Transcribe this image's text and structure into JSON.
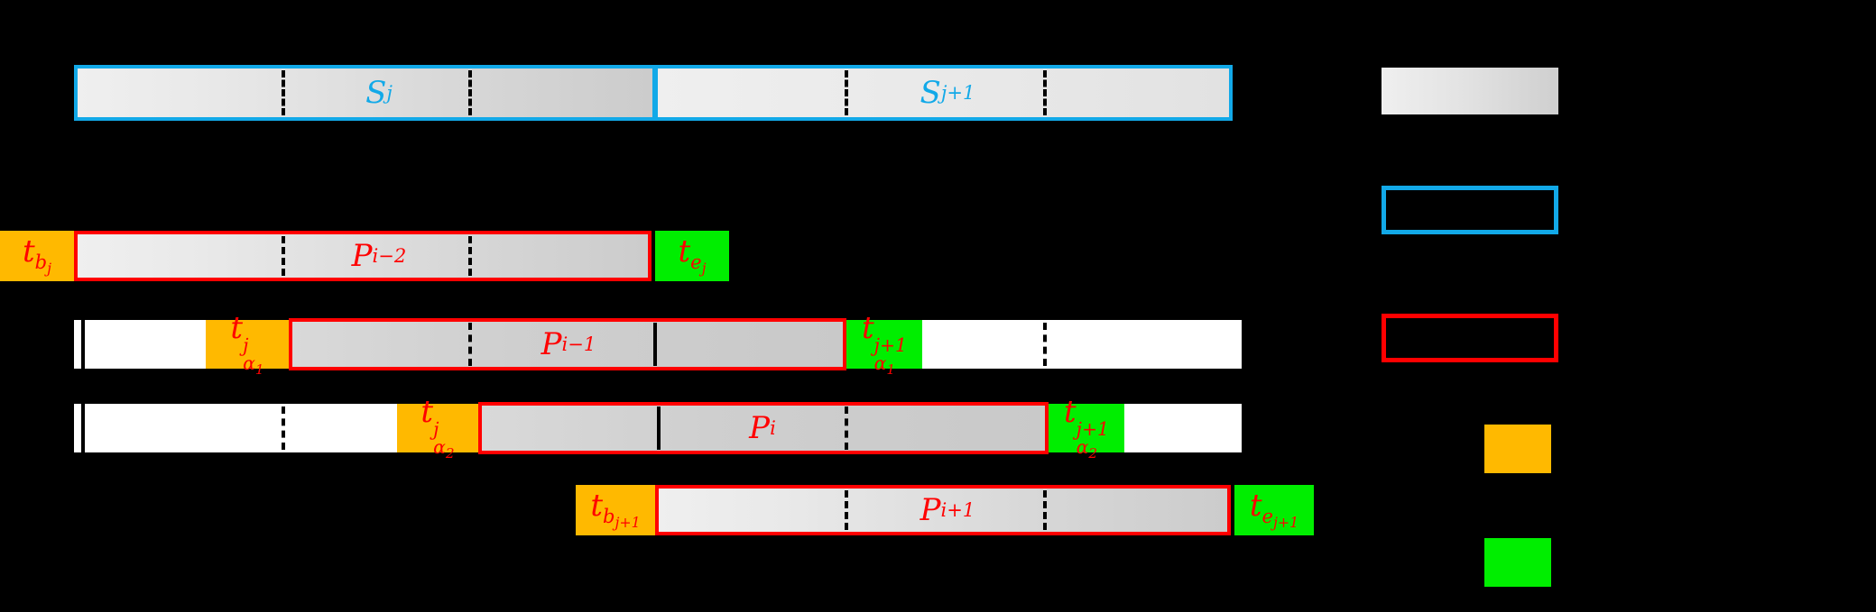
{
  "figure": {
    "background_color": "#000000",
    "accent_cyan": "#12a9e8",
    "accent_red": "#ff0000",
    "accent_orange": "#ffb900",
    "accent_green": "#00ee00"
  },
  "rows": {
    "slots": {
      "name": "slot-timeline",
      "segments": [
        {
          "label": "S",
          "sub": "j"
        },
        {
          "label": "S",
          "sub": "j+1"
        }
      ]
    },
    "process_i_minus_2": {
      "start_marker": {
        "base": "t",
        "sub": "b",
        "subsub": "j"
      },
      "bar_label": {
        "base": "P",
        "sub": "i−2"
      },
      "end_marker": {
        "base": "t",
        "sub": "e",
        "subsub": "j"
      }
    },
    "process_i_minus_1": {
      "start_marker": {
        "base": "t",
        "sub": "α",
        "subsub": "1",
        "sup": "j"
      },
      "bar_label": {
        "base": "P",
        "sub": "i−1"
      },
      "end_marker": {
        "base": "t",
        "sub": "α",
        "subsub": "1",
        "sup": "j+1"
      }
    },
    "process_i": {
      "start_marker": {
        "base": "t",
        "sub": "α",
        "subsub": "2",
        "sup": "j"
      },
      "bar_label": {
        "base": "P",
        "sub": "i"
      },
      "end_marker": {
        "base": "t",
        "sub": "α",
        "subsub": "2",
        "sup": "j+1"
      }
    },
    "process_i_plus_1": {
      "start_marker": {
        "base": "t",
        "sub": "b",
        "subsub": "j+1"
      },
      "bar_label": {
        "base": "P",
        "sub": "i+1"
      },
      "end_marker": {
        "base": "t",
        "sub": "e",
        "subsub": "j+1"
      }
    }
  },
  "legend": {
    "items": [
      {
        "key": "gradient-swatch",
        "style": "gradient-fill",
        "label": ""
      },
      {
        "key": "blue-outline-swatch",
        "style": "cyan-outline",
        "label": ""
      },
      {
        "key": "red-outline-swatch",
        "style": "red-outline",
        "label": ""
      },
      {
        "key": "orange-swatch",
        "style": "orange-fill",
        "label": ""
      },
      {
        "key": "green-swatch",
        "style": "green-fill",
        "label": ""
      }
    ]
  }
}
